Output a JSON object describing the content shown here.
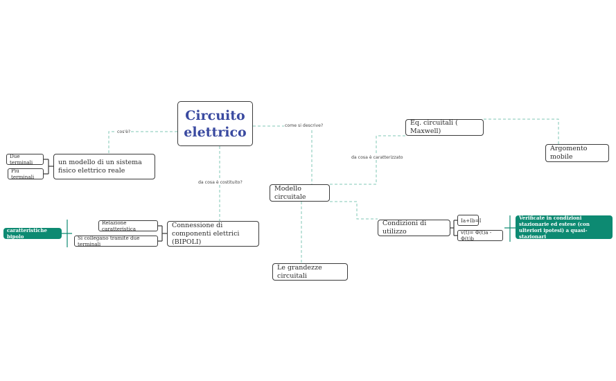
{
  "root": {
    "title": "Circuito elettrico"
  },
  "edges": {
    "cos_e": "cos'è?",
    "come_si_descrive": "come si descrive?",
    "da_cosa_costituito": "da cosa è costituito?",
    "da_cosa_caratterizzato": "da cosa è caratterizzato"
  },
  "nodes": {
    "modello_sistema": "un modello di un sistema fisico elettrico reale",
    "due_terminali": "Due terminali",
    "piu_terminali": "Più terminali",
    "connessione": "Connessione di componenti elettrici (BIPOLI)",
    "relazione": "Relazione caratteristica",
    "collegano": "Si collegano tramite due terminali",
    "caratteristiche": "caratteristiche bipolo",
    "modello_circuitale": "Modello circuitale",
    "eq_circuitali": "Eq. circuitali ( Maxwell)",
    "argomento_mobile": "Argomento mobile",
    "condizioni": "Condizioni di utilizzo",
    "ia_ib": "Ia+Ib=I",
    "vt": "v(t)= Φ(t)a - Φ(t)b",
    "verificate": "Verificate in condizioni stazionarie ed estese (con ulteriori ipotesi) a quasi-stazionari",
    "grandezze": "Le grandezze circuitali"
  },
  "colors": {
    "line": "#7fc7b4",
    "line_dark": "#3a3a3a",
    "highlight": "#0d8a72",
    "root_text": "#3a4aa0"
  }
}
